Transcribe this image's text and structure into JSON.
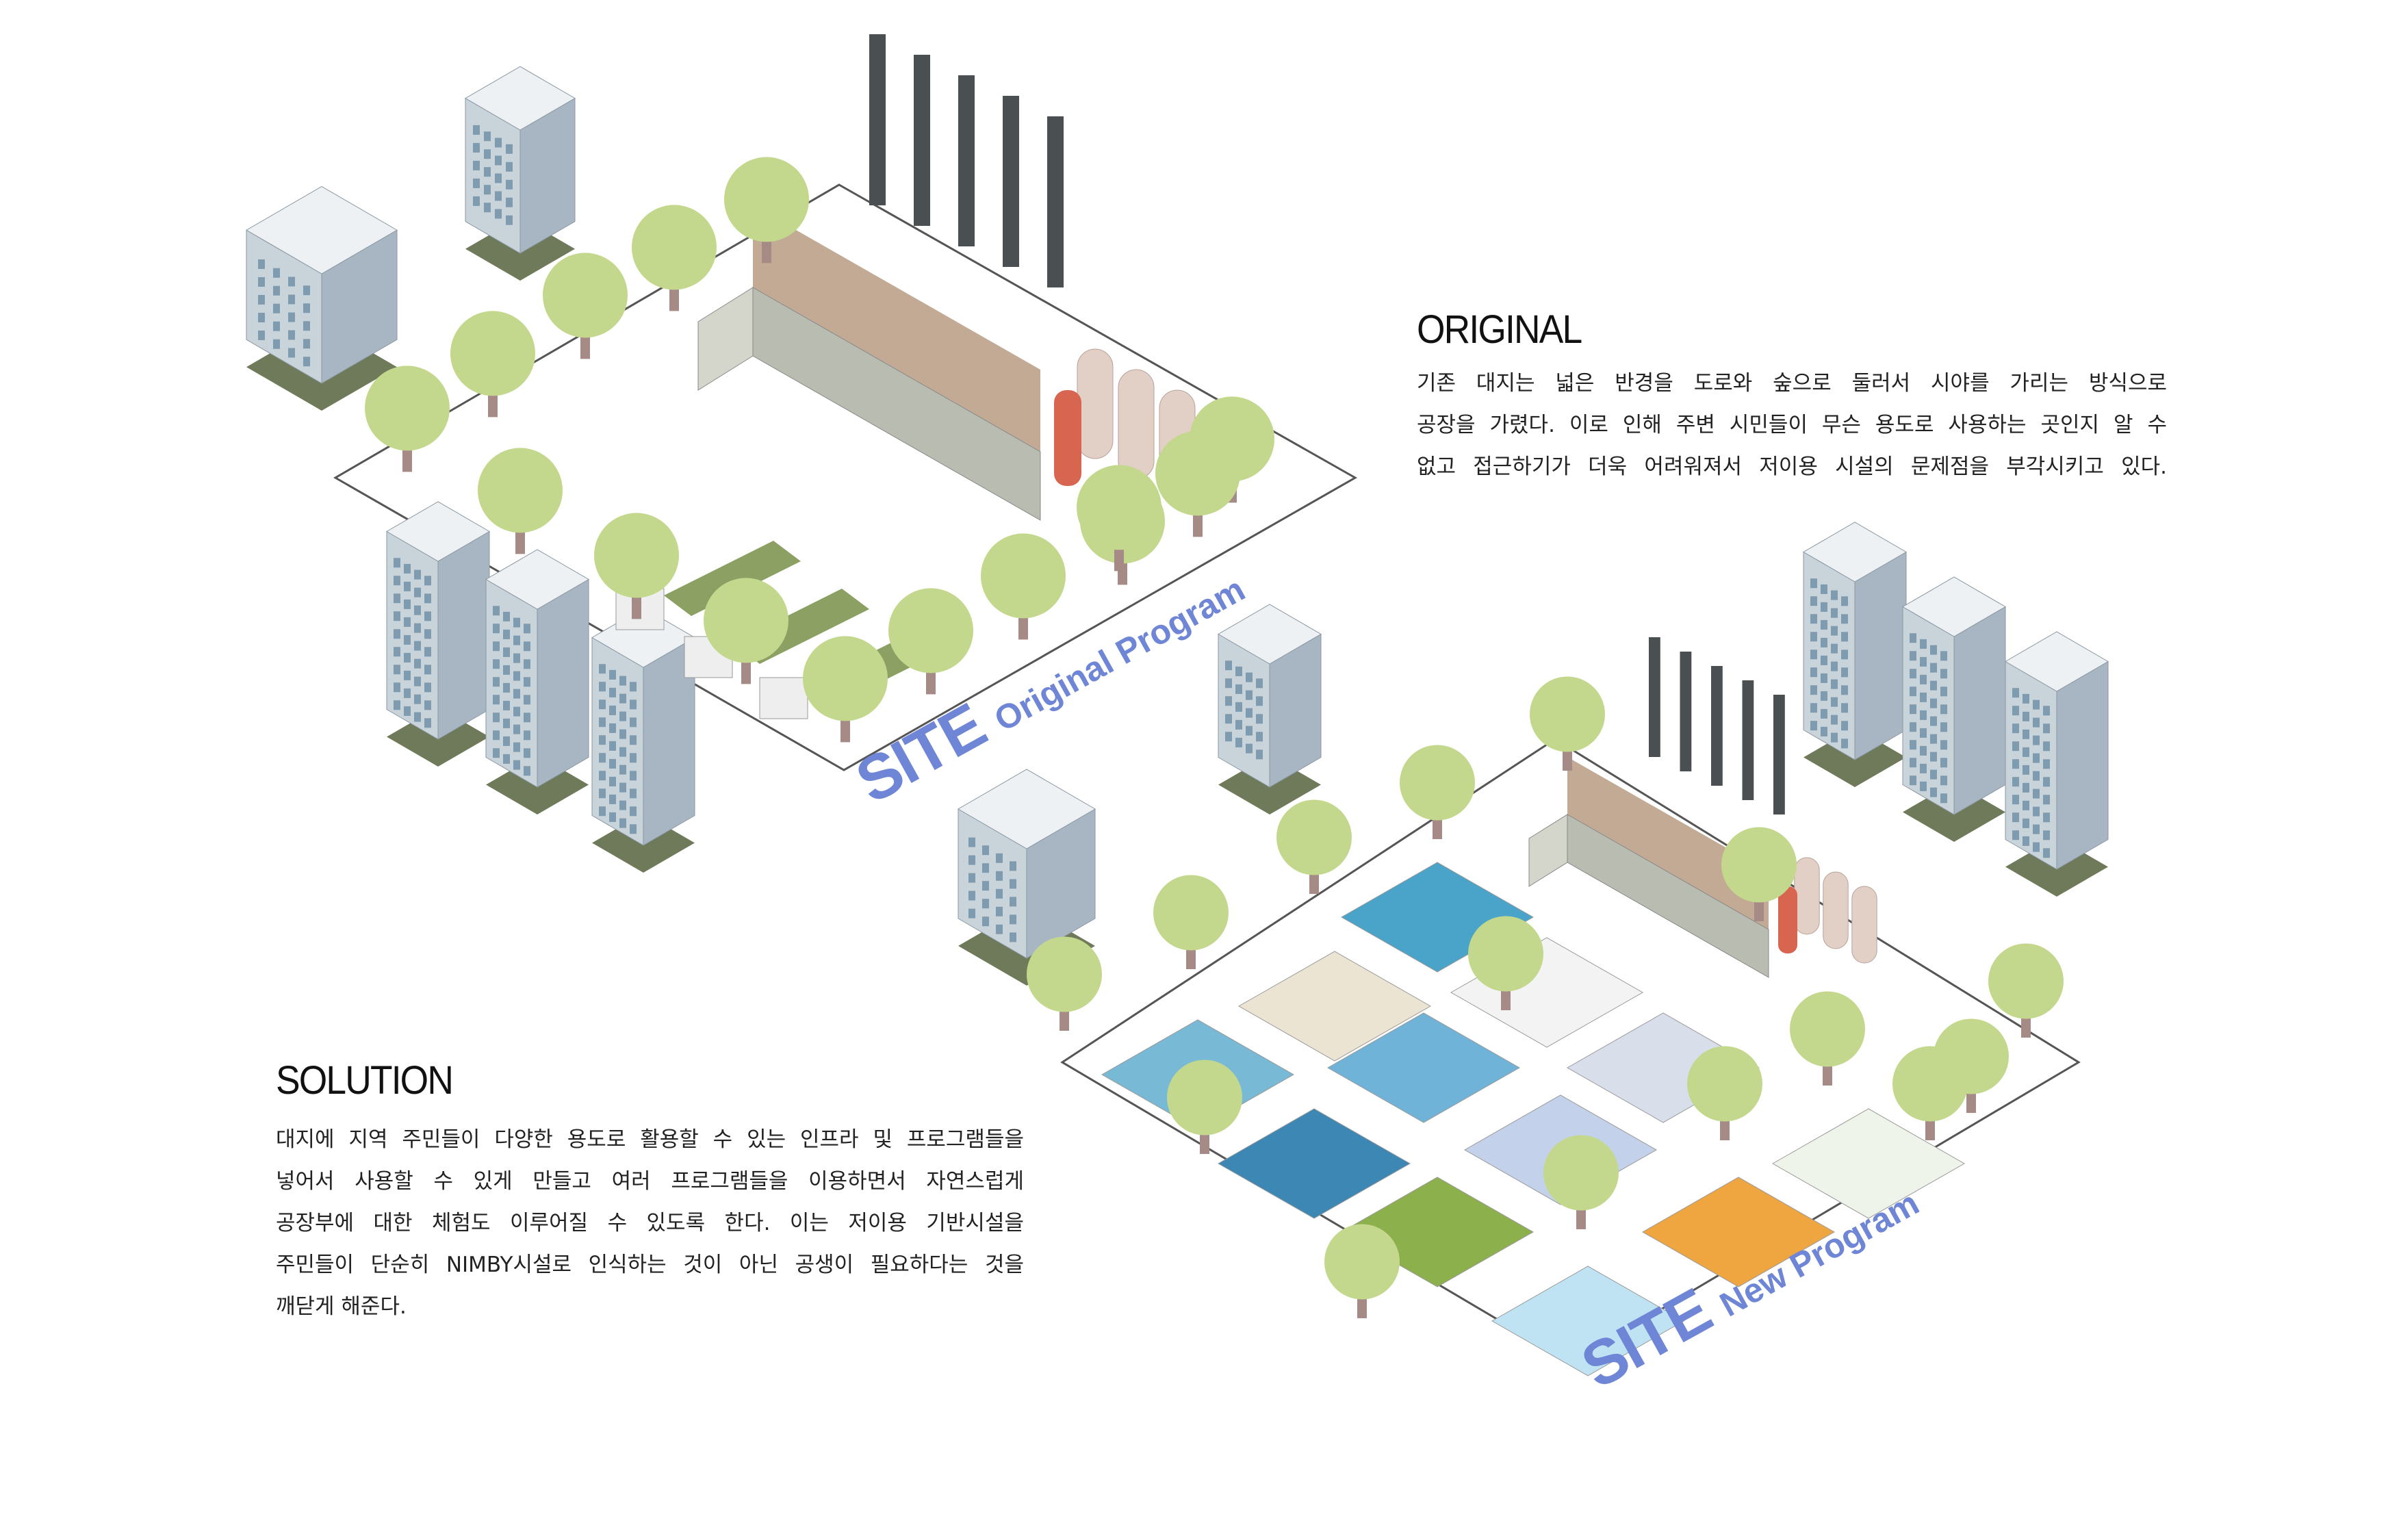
{
  "original": {
    "heading": "ORIGINAL",
    "lines": [
      "기존 대지는 넓은 반경을 도로와 숲으로 둘러서 시야를 가리는 방식으로",
      "공장을 가렸다. 이로 인해 주변 시민들이 무슨 용도로 사용하는 곳인지 알 수",
      "없고 접근하기가 더욱 어려워져서 저이용 시설의 문제점을 부각시키고 있다."
    ]
  },
  "solution": {
    "heading": "SOLUTION",
    "lines": [
      "대지에 지역 주민들이 다양한 용도로 활용할 수 있는 인프라 및 프로그램들을",
      "넣어서 사용할 수 있게 만들고 여러 프로그램들을 이용하면서 자연스럽게",
      "공장부에 대한 체험도 이루어질 수 있도록 한다. 이는 저이용 기반시설을",
      "주민들이 단순히 NIMBY시설로 인식하는 것이 아닌 공생이 필요하다는 것을",
      "깨닫게 해준다."
    ]
  },
  "labels": {
    "original_site": {
      "big": "SITE",
      "small": "Original Program"
    },
    "new_site": {
      "big": "SITE",
      "small": "New Program"
    }
  },
  "colors": {
    "label": "#6f86d6",
    "tree": "#c3d88c",
    "trunk": "#a58a86",
    "building": "#dfe6ea"
  }
}
